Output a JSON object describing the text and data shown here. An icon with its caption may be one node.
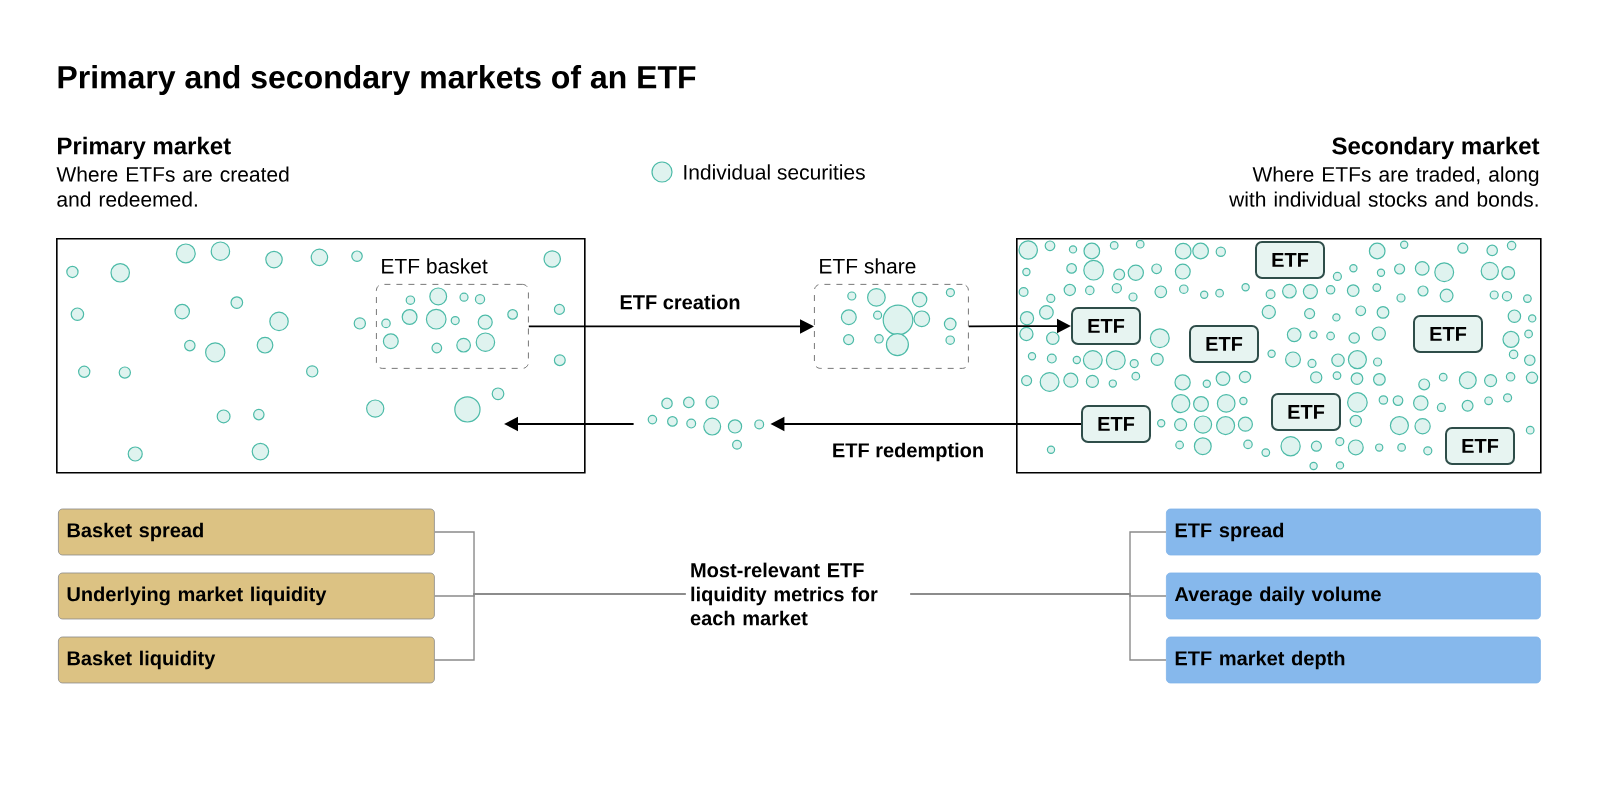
{
  "diagram": {
    "title": "Primary and secondary markets of an ETF",
    "nodes": [
      {
        "text": [
          "Primary market",
          "Where ETFs are created and redeemed."
        ]
      },
      {
        "text": [
          "ETF basket"
        ],
        "in": 0
      },
      {
        "text": [
          "ETF share"
        ]
      },
      {
        "text": [
          "Secondary market",
          "Where ETFs are traded, along with individual stocks and bonds."
        ]
      },
      {
        "text": [
          "ETF"
        ],
        "in": 3
      },
      {
        "text": [
          "ETF"
        ],
        "in": 3
      },
      {
        "text": [
          "ETF"
        ],
        "in": 3
      },
      {
        "text": [
          "ETF"
        ],
        "in": 3
      },
      {
        "text": [
          "ETF"
        ],
        "in": 3
      },
      {
        "text": [
          "ETF"
        ],
        "in": 3
      },
      {
        "text": [
          "ETF"
        ],
        "in": 3
      },
      {
        "text": [],
        "shape": "picture"
      },
      {
        "text": [
          "Basket spread"
        ]
      },
      {
        "text": [
          "Underlying market liquidity"
        ]
      },
      {
        "text": [
          "Basket liquidity"
        ]
      },
      {
        "text": [
          "Most-relevant ETF liquidity metrics for each market"
        ]
      },
      {
        "text": [
          "ETF spread"
        ]
      },
      {
        "text": [
          "Average daily volume"
        ]
      },
      {
        "text": [
          "ETF market depth"
        ]
      }
    ],
    "edges": [
      {
        "from": 1,
        "to": 2,
        "arrow": "to",
        "label": "ETF creation",
        "color": "#000000"
      },
      {
        "from": 2,
        "to": 5,
        "arrow": "to",
        "color": "#000000"
      },
      {
        "from": 9,
        "to": 11,
        "arrow": "to",
        "label": "ETF redemption",
        "color": "#000000"
      },
      {
        "from": 11,
        "to": 0,
        "arrow": "to",
        "color": "#000000"
      },
      {
        "from": 12,
        "to": 15,
        "arrow": "none"
      },
      {
        "from": 13,
        "to": 15,
        "arrow": "none"
      },
      {
        "from": 14,
        "to": 15,
        "arrow": "none"
      },
      {
        "from": 15,
        "to": 16,
        "arrow": "none"
      },
      {
        "from": 15,
        "to": 17,
        "arrow": "none"
      },
      {
        "from": 15,
        "to": 18,
        "arrow": "none"
      }
    ],
    "legend": [
      {
        "text": "Individual securities"
      }
    ]
  }
}
